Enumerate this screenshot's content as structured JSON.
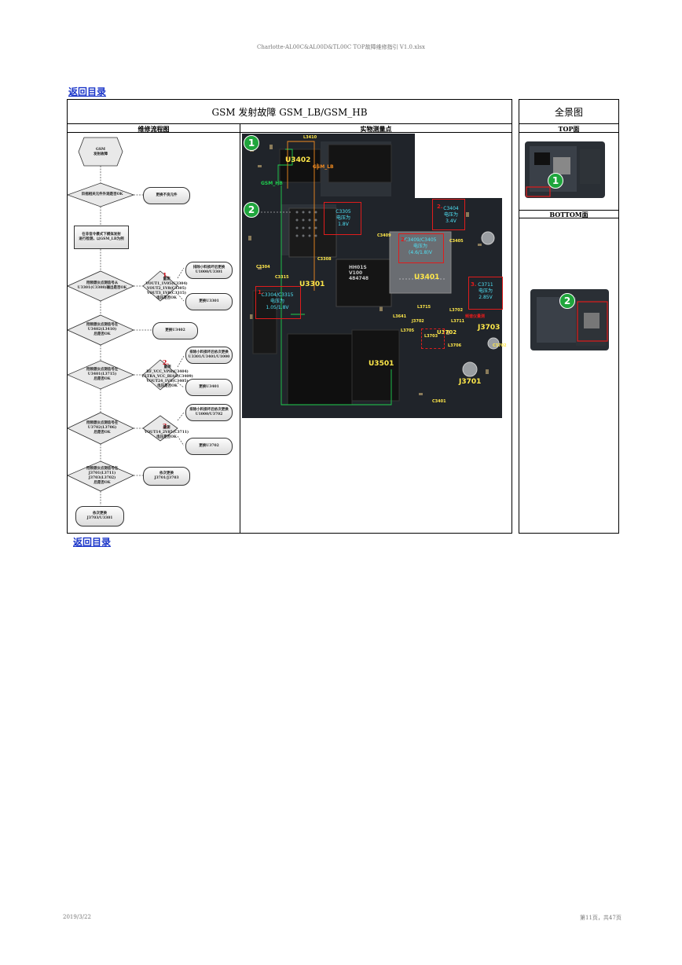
{
  "header": {
    "file_title": "Charlotte-AL00C&AL00D&TL00C TOP故障维修指引 V1.0.xlsx"
  },
  "nav": {
    "back_top": "返回目录",
    "back_bottom": "返回目录"
  },
  "table": {
    "title": "GSM 发射故障 GSM_LB/GSM_HB",
    "overview_title": "全景图",
    "col_flow": "维修流程图",
    "col_points": "实物测量点",
    "top_label": "TOP面",
    "bottom_label": "BOTTOM面"
  },
  "flowchart": {
    "start": "GSM\n发射故障",
    "q1": "目视相关元件外观是否OK",
    "a1": "更换不良元件",
    "step2": "在非信令模式下模拟发射\n进行检测，以GSM_LB为例",
    "q3": "用频谱仪点测信号从\nU3301(C3308)输出是否OK",
    "m1_num": "1.",
    "m1": "量测\nVOUT1_1V05(C3304)\nVOUT2_1V8(C3305)\nVOUT3_1V8(C3315)\n电压是否OK",
    "a3a": "排除小料损坏后更换\nU1000/U3301",
    "a3b": "更换U3301",
    "q4": "用频谱仪点测信号在\nU3402(L3410)\n后是否OK",
    "a4": "更换U3402",
    "q5": "用频谱仪点测信号在\nU3401(L3715)\n后是否OK",
    "m2_num": "2.",
    "m2": "量测\nRF_VCC_VPH(C3404)\nULTRA_VCC_BIAS(C3409)\nVOUT24_1V8(C3405)\n电压是否OK",
    "a5a": "排除小料损坏后依次更换\nU3301/U3401/U1000",
    "a5b": "更换U3401",
    "q6": "用频谱仪点测信号在\nU3702(L3706)\n后是否OK",
    "m3_num": "3.",
    "m3": "量测\nVOUT14_2V85(C3711)\n电压是否OK",
    "a6a": "排除小料损坏后依次更换\nU1000/U3702",
    "a6b": "更换U3702",
    "q7": "用频谱仪点测信号在\nJ3701(L3711)\nJ3703(L3702)\n后是否OK",
    "a7": "依次更换\nJ3701/J3703",
    "end": "依次更换\nJ3703/U3301"
  },
  "photo": {
    "badge1": "1",
    "badge2": "2",
    "labels": {
      "u3402": "U3402",
      "gsm_lb": "GSM_LB",
      "gsm_hb": "GSM_HB",
      "u3301": "U3301",
      "u3401": "U3401",
      "u3501": "U3501",
      "j3703": "J3703",
      "j3701": "J3701",
      "l3410": "L3410",
      "c3308": "C3308",
      "c3315": "C3315",
      "c3304s": "C3304",
      "c3409s": "C3409",
      "c3405s": "C3405",
      "l3715": "L3715",
      "l3702": "L3702",
      "l3711": "L3711",
      "j3702": "J3702",
      "l3706": "L3706",
      "c3702": "C3702",
      "l3703": "L3703",
      "c3401": "C3401",
      "l3641": "L3641",
      "l3705": "L3705",
      "u3702": "U3702",
      "chip_mark": "HH01S\nV100\n484748"
    },
    "ann_c3305": "C3305\n电压为\n1.8V",
    "ann_c3404": "C3404\n电压为\n3.4V",
    "ann_c3409": "C3409/C3405\n电压为\n(4.6/1.8)V",
    "ann_c3304": "C3304/C3315\n电压为\n1.05/1.8V",
    "ann_c3711": "C3711\n电压为\n2.85V",
    "num_3": "3.",
    "num_2a": "2.",
    "num_2b": "2.",
    "num_1": "1.",
    "red_note": "频谱仪量测"
  },
  "thumbs": {
    "top_badge": "1",
    "bottom_badge": "2"
  },
  "footer": {
    "date": "2019/3/22",
    "page": "第11页，共47页"
  }
}
